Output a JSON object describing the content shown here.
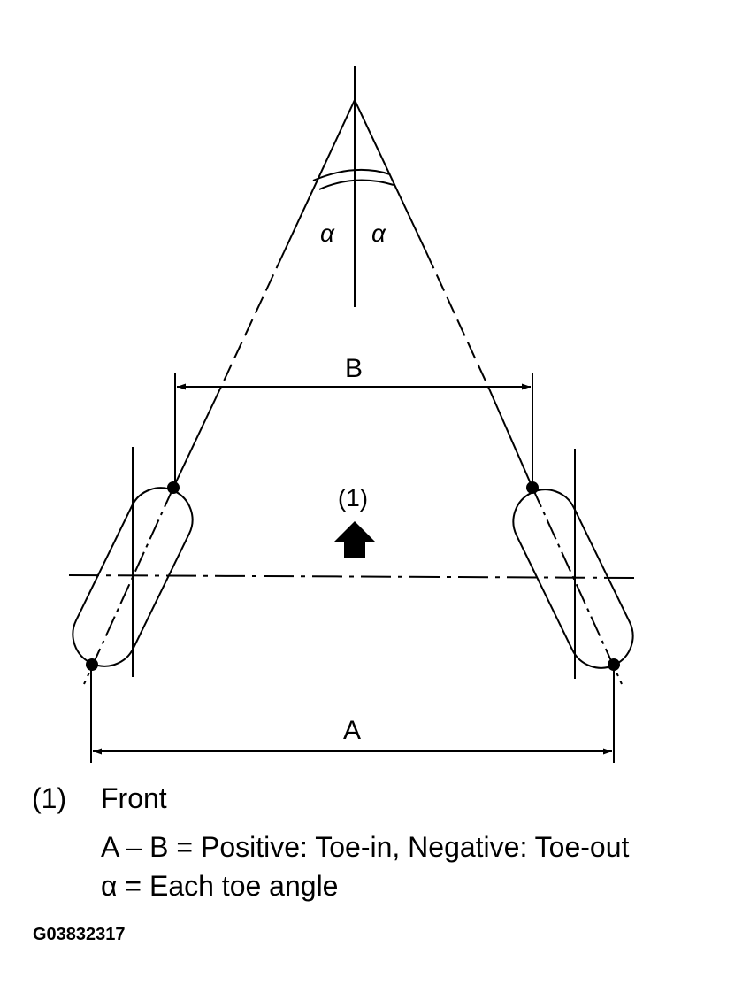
{
  "diagram": {
    "labels": {
      "alpha_left": "α",
      "alpha_right": "α",
      "dim_b": "B",
      "dim_a": "A",
      "front_ref": "(1)"
    }
  },
  "legend": {
    "item_number": "(1)",
    "item_label": "Front",
    "formula": "A – B = Positive: Toe-in, Negative: Toe-out",
    "alpha_def": "α = Each toe angle"
  },
  "figure_code": "G03832317"
}
